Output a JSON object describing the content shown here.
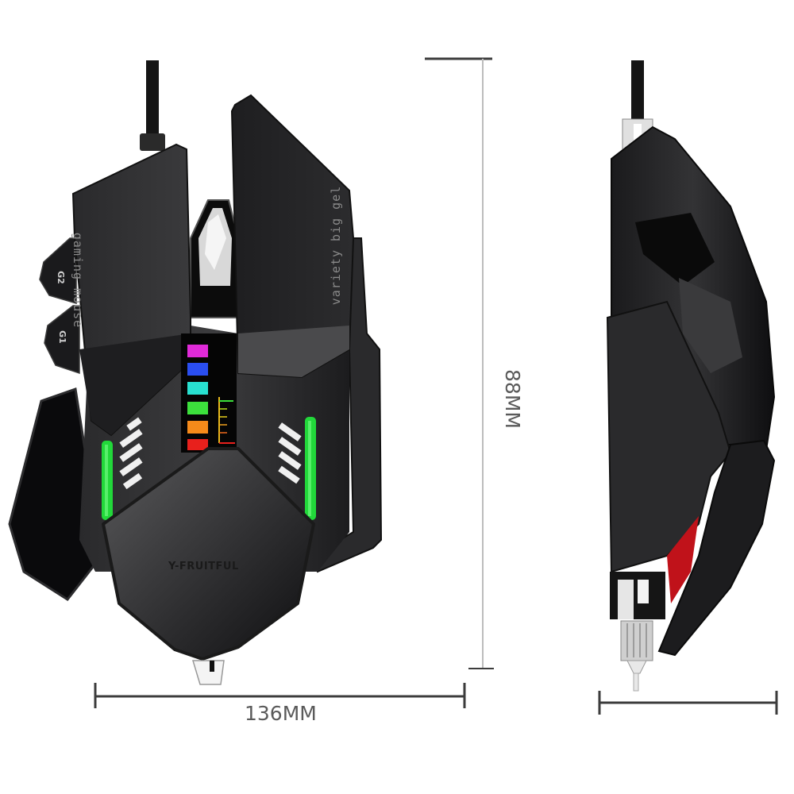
{
  "product": {
    "type": "wired gaming mouse",
    "brand_label": "Y-FRUITFUL",
    "left_button_text": "gaming mouse",
    "right_button_text": "variety big gel",
    "side_buttons": [
      "G2",
      "G1"
    ],
    "colors": {
      "body": "#1c1c1e",
      "body_highlight": "#4a4a4c",
      "rgb_leds": [
        "#e02ad8",
        "#2a4ef0",
        "#28e0d0",
        "#3ce03c",
        "#f58a1a",
        "#e8201c"
      ],
      "side_led": "#22d83a",
      "accent_red": "#c0121a"
    }
  },
  "dimensions": {
    "width_label": "136MM",
    "height_label": "88MM",
    "line_color": "#3c3c3c"
  },
  "views": [
    "top view",
    "side view"
  ]
}
